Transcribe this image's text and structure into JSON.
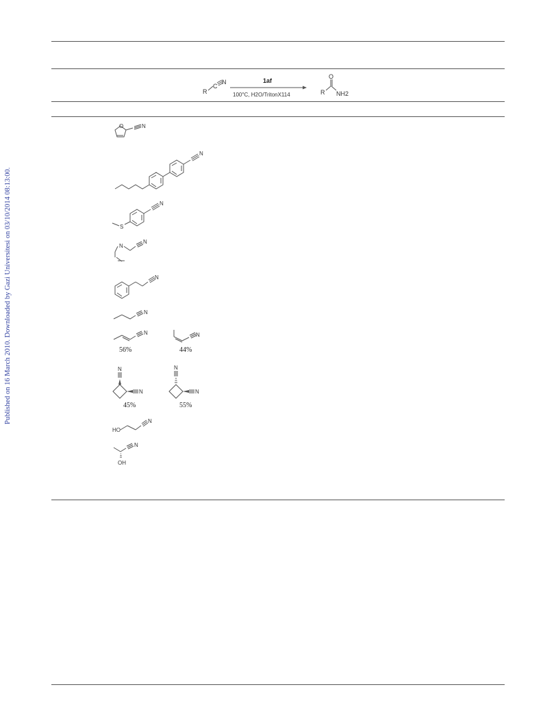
{
  "side_note": "Published on 16 March 2010. Downloaded by Gazi Universitesi on 03/10/2014 08:13:00.",
  "scheme": {
    "reactant_R": "R",
    "reactant_C": "C",
    "reactant_N": "N",
    "catalyst": "1af",
    "conditions": "100°C, H2O/TritonX114",
    "product_R": "R",
    "product_O": "O",
    "product_NH2": "NH2"
  },
  "substrates": [
    {
      "id": "furan-carbonitrile",
      "atoms": [
        "O",
        "N"
      ]
    },
    {
      "id": "pentyl-biphenyl-carbonitrile",
      "atoms": [
        "N"
      ]
    },
    {
      "id": "methylthio-benzonitrile",
      "atoms": [
        "S",
        "N"
      ]
    },
    {
      "id": "pyridine-acetonitrile",
      "atoms": [
        "N",
        "N"
      ]
    },
    {
      "id": "phenylpropanenitrile",
      "atoms": [
        "N"
      ]
    },
    {
      "id": "butyronitrile",
      "atoms": [
        "N"
      ]
    },
    {
      "id": "crotononitrile-mixture",
      "atoms": [
        "N",
        "N"
      ],
      "ratios": [
        "56%",
        "44%"
      ]
    },
    {
      "id": "cyclobutane-dicarbonitrile-mixture",
      "atoms": [
        "N",
        "N",
        "N",
        "N"
      ],
      "ratios": [
        "45%",
        "55%"
      ]
    },
    {
      "id": "hydroxypropanenitrile",
      "atoms": [
        "HO",
        "N"
      ]
    },
    {
      "id": "lactonitrile",
      "atoms": [
        "N",
        "OH"
      ]
    }
  ]
}
